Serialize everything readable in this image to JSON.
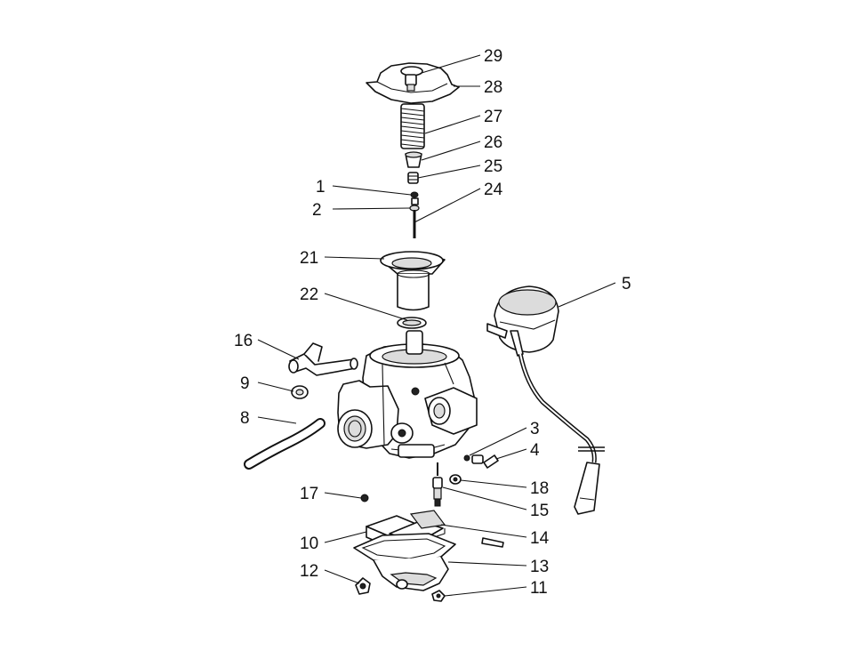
{
  "callouts": [
    {
      "id": "29",
      "label": "29"
    },
    {
      "id": "28",
      "label": "28"
    },
    {
      "id": "27",
      "label": "27"
    },
    {
      "id": "26",
      "label": "26"
    },
    {
      "id": "25",
      "label": "25"
    },
    {
      "id": "24",
      "label": "24"
    },
    {
      "id": "1",
      "label": "1"
    },
    {
      "id": "2",
      "label": "2"
    },
    {
      "id": "21",
      "label": "21"
    },
    {
      "id": "22",
      "label": "22"
    },
    {
      "id": "5",
      "label": "5"
    },
    {
      "id": "16",
      "label": "16"
    },
    {
      "id": "9",
      "label": "9"
    },
    {
      "id": "8",
      "label": "8"
    },
    {
      "id": "3",
      "label": "3"
    },
    {
      "id": "4",
      "label": "4"
    },
    {
      "id": "18",
      "label": "18"
    },
    {
      "id": "15",
      "label": "15"
    },
    {
      "id": "17",
      "label": "17"
    },
    {
      "id": "14",
      "label": "14"
    },
    {
      "id": "10",
      "label": "10"
    },
    {
      "id": "13",
      "label": "13"
    },
    {
      "id": "12",
      "label": "12"
    },
    {
      "id": "11",
      "label": "11"
    }
  ]
}
